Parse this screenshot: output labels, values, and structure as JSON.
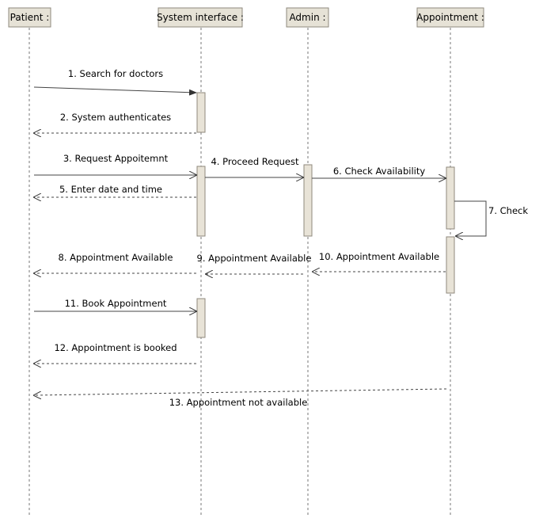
{
  "colors": {
    "actor_fill": "#e6e2d6",
    "activation_fill": "#e8e3d7",
    "line": "#444444"
  },
  "lifelines": [
    {
      "id": "patient",
      "label": "Patient :"
    },
    {
      "id": "system",
      "label": "System interface :"
    },
    {
      "id": "admin",
      "label": "Admin :"
    },
    {
      "id": "appointment",
      "label": "Appointment :"
    }
  ],
  "messages": [
    {
      "id": "m1",
      "label": "1. Search for doctors",
      "from": "patient",
      "to": "system",
      "kind": "sync"
    },
    {
      "id": "m2",
      "label": "2. System authenticates",
      "from": "system",
      "to": "patient",
      "kind": "return"
    },
    {
      "id": "m3",
      "label": "3. Request Appoitemnt",
      "from": "patient",
      "to": "system",
      "kind": "sync"
    },
    {
      "id": "m4",
      "label": "4. Proceed Request",
      "from": "system",
      "to": "admin",
      "kind": "sync"
    },
    {
      "id": "m5",
      "label": "5. Enter date and time",
      "from": "system",
      "to": "patient",
      "kind": "return"
    },
    {
      "id": "m6",
      "label": "6. Check Availability",
      "from": "admin",
      "to": "appointment",
      "kind": "sync"
    },
    {
      "id": "m7",
      "label": "7. Check",
      "from": "appointment",
      "to": "appointment",
      "kind": "self"
    },
    {
      "id": "m8",
      "label": "8. Appointment Available",
      "from": "system",
      "to": "patient",
      "kind": "return"
    },
    {
      "id": "m9",
      "label": "9. Appointment Available",
      "from": "admin",
      "to": "system",
      "kind": "return"
    },
    {
      "id": "m10",
      "label": "10. Appointment Available",
      "from": "appointment",
      "to": "admin",
      "kind": "return"
    },
    {
      "id": "m11",
      "label": "11. Book Appointment",
      "from": "patient",
      "to": "system",
      "kind": "sync"
    },
    {
      "id": "m12",
      "label": "12. Appointment is  booked",
      "from": "system",
      "to": "patient",
      "kind": "return"
    },
    {
      "id": "m13",
      "label": "13. Appointment not available",
      "from": "appointment",
      "to": "patient",
      "kind": "return"
    }
  ]
}
